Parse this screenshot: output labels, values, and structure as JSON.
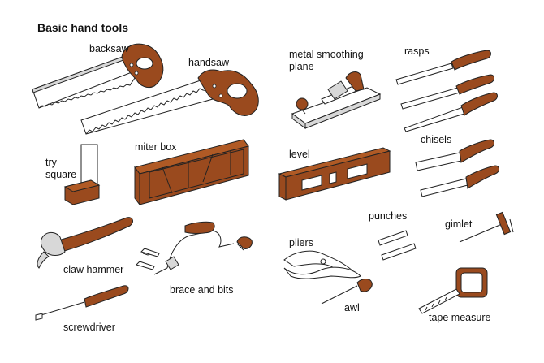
{
  "title": "Basic hand tools",
  "colors": {
    "wood": "#9a4a1e",
    "wood_light": "#b05a25",
    "metal": "#ffffff",
    "outline": "#222222"
  },
  "tools": {
    "backsaw": {
      "label": "backsaw"
    },
    "handsaw": {
      "label": "handsaw"
    },
    "metal_smoothing_plane": {
      "label": "metal smoothing plane"
    },
    "rasps": {
      "label": "rasps"
    },
    "try_square": {
      "label": "try square"
    },
    "miter_box": {
      "label": "miter box"
    },
    "level": {
      "label": "level"
    },
    "chisels": {
      "label": "chisels"
    },
    "claw_hammer": {
      "label": "claw hammer"
    },
    "brace_and_bits": {
      "label": "brace and bits"
    },
    "punches": {
      "label": "punches"
    },
    "gimlet": {
      "label": "gimlet"
    },
    "pliers": {
      "label": "pliers"
    },
    "screwdriver": {
      "label": "screwdriver"
    },
    "awl": {
      "label": "awl"
    },
    "tape_measure": {
      "label": "tape measure"
    }
  }
}
